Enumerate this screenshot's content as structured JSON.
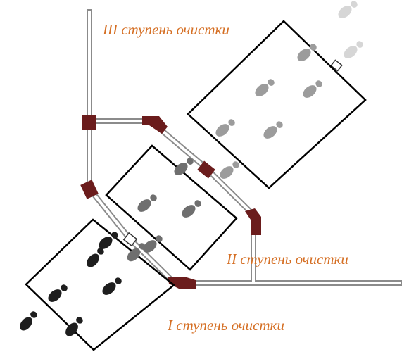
{
  "labels": {
    "stage_1": "I ступень очистки",
    "stage_2": "II ступень очистки",
    "stage_3": "III ступень очистки"
  },
  "colors": {
    "label_text": "#d56f24",
    "railing_fill": "#ffffff",
    "railing_stroke": "#8b8b8b",
    "connector": "#6b1c1c",
    "mat_border": "#000000",
    "print_stage_1": "#1e1e1e",
    "print_stage_2": "#6f6f6f",
    "print_stage_3": "#9c9c9c",
    "print_outside": "#d6d6d6"
  }
}
